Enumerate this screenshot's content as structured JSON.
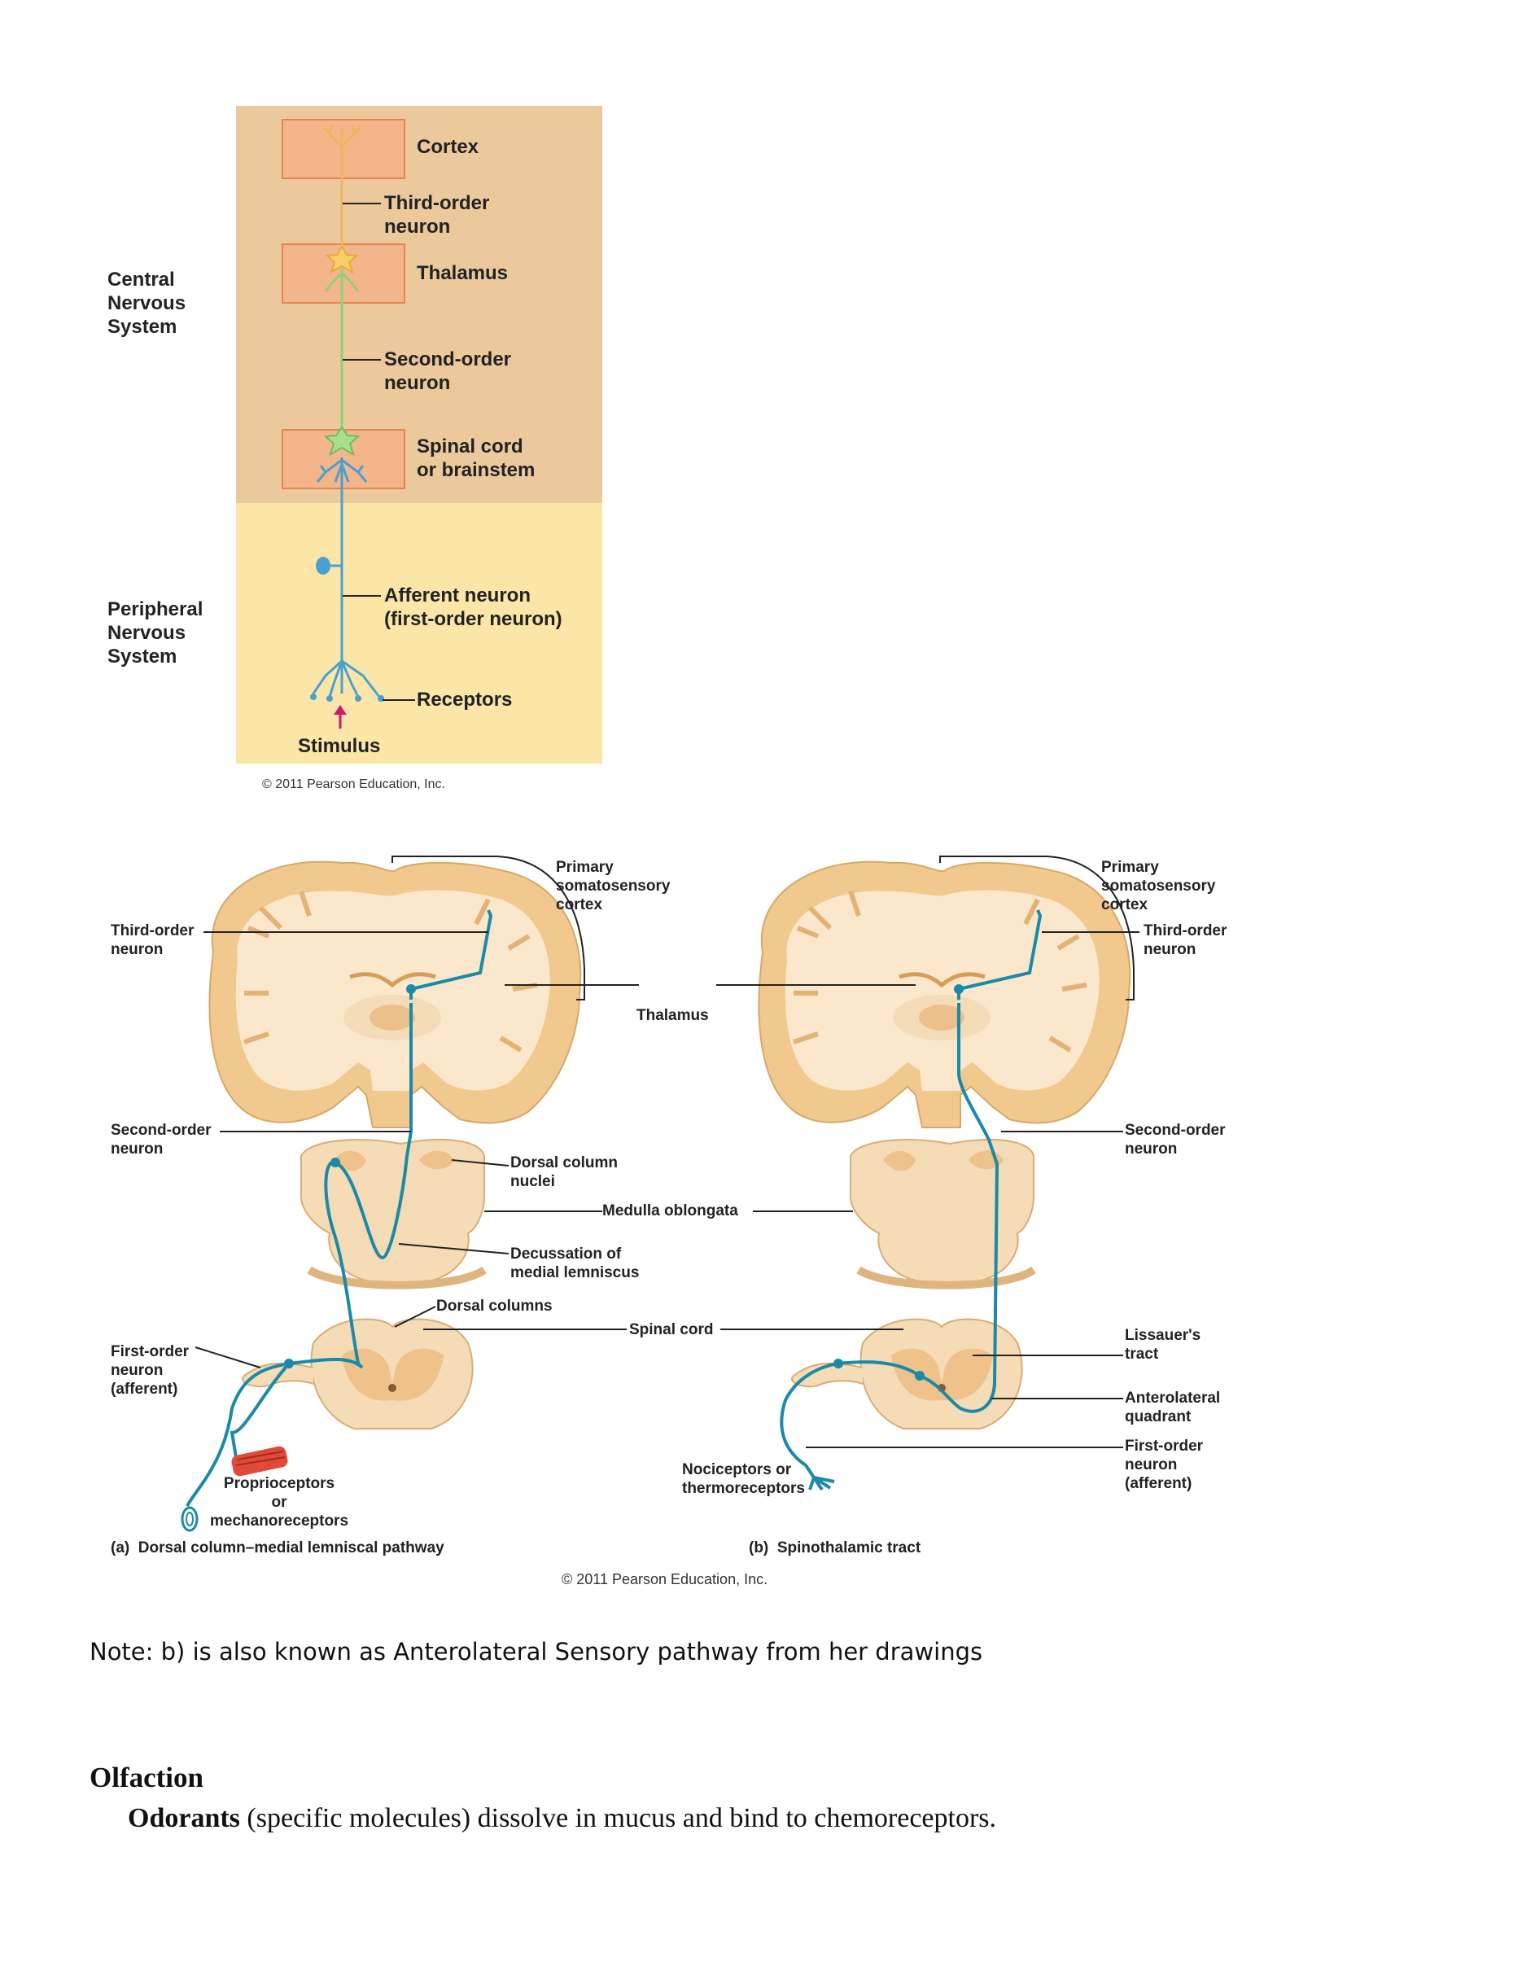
{
  "figure1": {
    "cns_label": "Central\nNervous\nSystem",
    "pns_label": "Peripheral\nNervous\nSystem",
    "cortex": "Cortex",
    "third_order": "Third-order\nneuron",
    "thalamus": "Thalamus",
    "second_order": "Second-order\nneuron",
    "spinal_cord": "Spinal cord\nor brainstem",
    "afferent": "Afferent neuron\n(first-order neuron)",
    "receptors": "Receptors",
    "stimulus": "Stimulus",
    "copyright": "© 2011 Pearson Education, Inc.",
    "colors": {
      "cns_bg": "#ecc99d",
      "pns_bg": "#fbe6a8",
      "box": "#f4b58a",
      "neuron3": "#f7c879",
      "neuron2": "#a9dc8a",
      "neuron1": "#4aa0d0",
      "arrow": "#d0186e"
    }
  },
  "figure2": {
    "primary_cortex_a": "Primary\nsomatosensory\ncortex",
    "primary_cortex_b": "Primary\nsomatosensory\ncortex",
    "third_order_a": "Third-order\nneuron",
    "third_order_b": "Third-order\nneuron",
    "thalamus": "Thalamus",
    "second_order_a": "Second-order\nneuron",
    "second_order_b": "Second-order\nneuron",
    "dorsal_column_nuclei": "Dorsal column\nnuclei",
    "medulla": "Medulla oblongata",
    "decussation": "Decussation of\nmedial lemniscus",
    "dorsal_columns": "Dorsal columns",
    "spinal_cord": "Spinal cord",
    "first_order_a": "First-order\nneuron\n(afferent)",
    "lissauer": "Lissauer's\ntract",
    "anterolateral": "Anterolateral\nquadrant",
    "first_order_b": "First-order\nneuron\n(afferent)",
    "proprioceptors": "Proprioceptors\nor\nmechanoreceptors",
    "nociceptors": "Nociceptors or\nthermoreceptors",
    "caption_a_letter": "(a)",
    "caption_a": "Dorsal column–medial lemniscal pathway",
    "caption_b_letter": "(b)",
    "caption_b": "Spinothalamic tract",
    "copyright": "© 2011 Pearson Education, Inc.",
    "colors": {
      "brain": "#f1c98e",
      "brain_inner": "#fbe7cc",
      "pathway": "#1a8aa8",
      "muscle": "#e04a3a"
    }
  },
  "note": "Note: b) is also known as Anterolateral Sensory pathway from her drawings",
  "olfaction": {
    "heading": "Olfaction",
    "term": "Odorants",
    "rest": " (specific molecules) dissolve in mucus and bind to chemoreceptors."
  }
}
